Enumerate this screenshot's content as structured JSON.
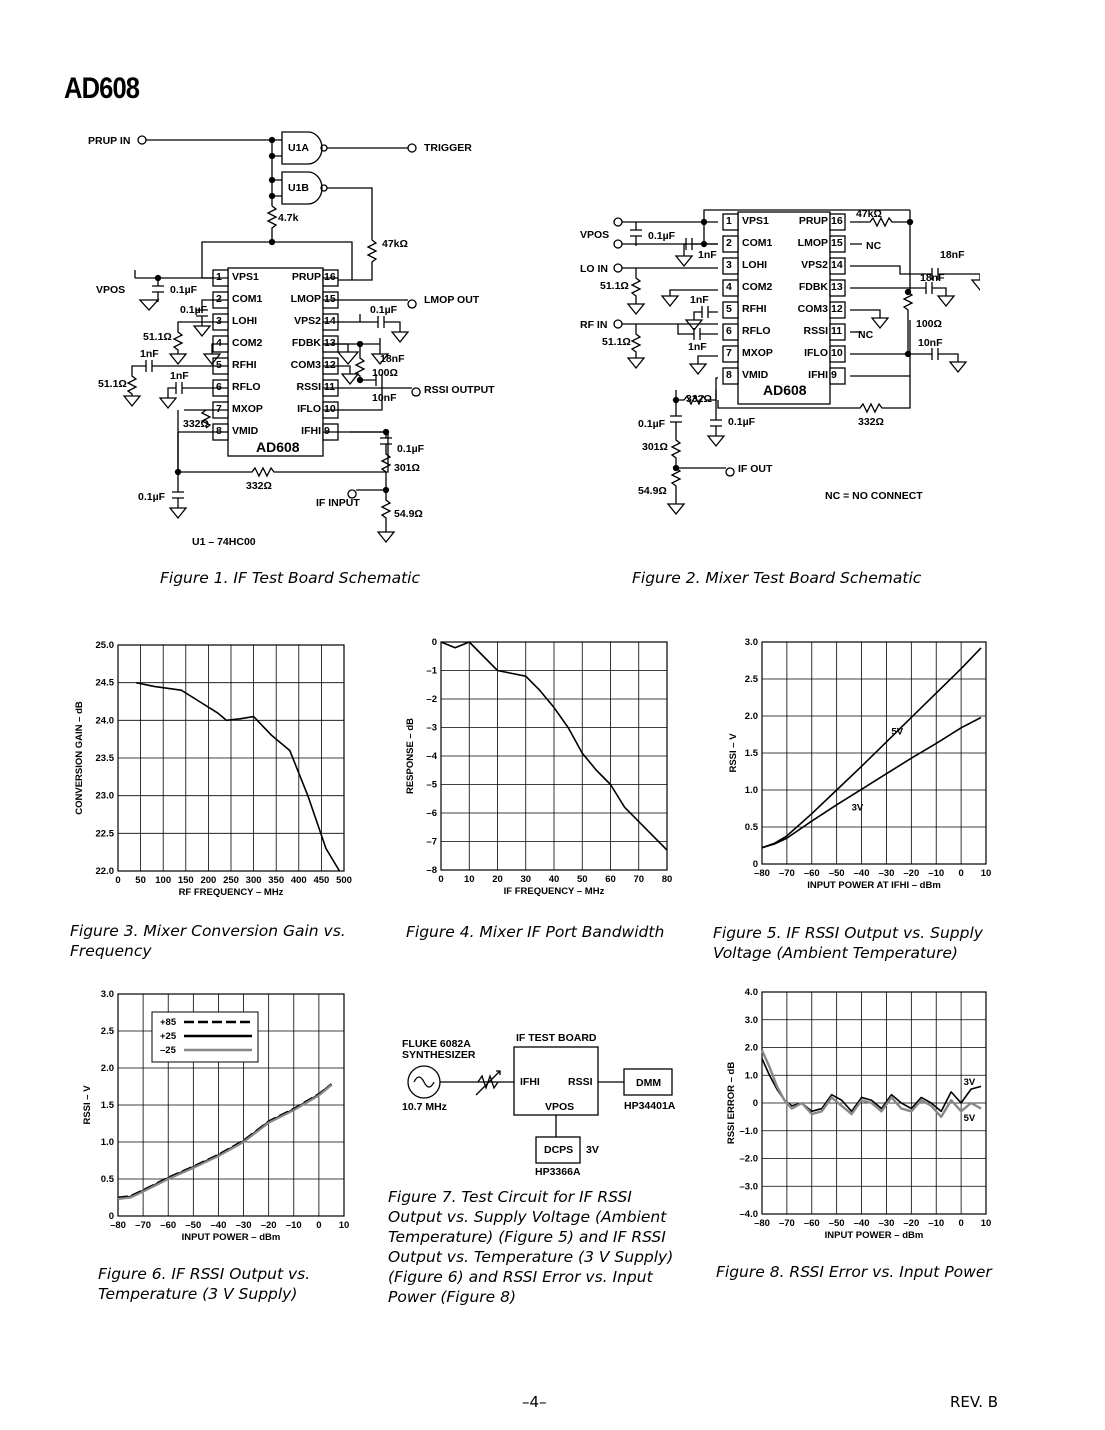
{
  "header": {
    "title": "AD608"
  },
  "figure1": {
    "caption": "Figure 1.  IF Test Board Schematic",
    "labels": {
      "prup_in": "PRUP IN",
      "trigger": "TRIGGER",
      "u1a": "U1A",
      "u1b": "U1B",
      "r47k": "4.7k",
      "r47kohm": "47kΩ",
      "vpos": "VPOS",
      "c01": "0.1µF",
      "c01b": "0.1µF",
      "c01c": "0.1µF",
      "r511a": "51.1Ω",
      "c1na": "1nF",
      "r511b": "51.1Ω",
      "c1nb": "1nF",
      "r332a": "332Ω",
      "c18n": "18nF",
      "r100": "100Ω",
      "c10n": "10nF",
      "lmop_out": "LMOP OUT",
      "rssi_output": "RSSI OUTPUT",
      "c01d": "0.1µF",
      "r301": "301Ω",
      "r332b": "332Ω",
      "c01e": "0.1µF",
      "if_input": "IF INPUT",
      "r549": "54.9Ω",
      "u1_note": "U1 – 74HC00",
      "chip": "AD608"
    },
    "pins_left": [
      {
        "num": "1",
        "name": "VPS1"
      },
      {
        "num": "2",
        "name": "COM1"
      },
      {
        "num": "3",
        "name": "LOHI"
      },
      {
        "num": "4",
        "name": "COM2"
      },
      {
        "num": "5",
        "name": "RFHI"
      },
      {
        "num": "6",
        "name": "RFLO"
      },
      {
        "num": "7",
        "name": "MXOP"
      },
      {
        "num": "8",
        "name": "VMID"
      }
    ],
    "pins_right": [
      {
        "num": "16",
        "name": "PRUP"
      },
      {
        "num": "15",
        "name": "LMOP"
      },
      {
        "num": "14",
        "name": "VPS2"
      },
      {
        "num": "13",
        "name": "FDBK"
      },
      {
        "num": "12",
        "name": "COM3"
      },
      {
        "num": "11",
        "name": "RSSI"
      },
      {
        "num": "10",
        "name": "IFLO"
      },
      {
        "num": "9",
        "name": "IFHI"
      }
    ]
  },
  "figure2": {
    "caption": "Figure 2.  Mixer Test Board Schematic",
    "labels": {
      "vpos": "VPOS",
      "c01": "0.1µF",
      "c1na": "1nF",
      "lo_in": "LO IN",
      "r511a": "51.1Ω",
      "c1nb": "1nF",
      "rf_in": "RF IN",
      "r511b": "51.1Ω",
      "c1nc": "1nF",
      "r47k": "47kΩ",
      "nc1": "NC",
      "c18na": "18nF",
      "c18nb": "18nF",
      "r100": "100Ω",
      "nc2": "NC",
      "c10n": "10nF",
      "r332a": "332Ω",
      "c01b": "0.1µF",
      "c01c": "0.1µF",
      "r332b": "332Ω",
      "r301": "301Ω",
      "if_out": "IF OUT",
      "r549": "54.9Ω",
      "nc_note": "NC = NO CONNECT",
      "chip": "AD608"
    },
    "pins_left": [
      {
        "num": "1",
        "name": "VPS1"
      },
      {
        "num": "2",
        "name": "COM1"
      },
      {
        "num": "3",
        "name": "LOHI"
      },
      {
        "num": "4",
        "name": "COM2"
      },
      {
        "num": "5",
        "name": "RFHI"
      },
      {
        "num": "6",
        "name": "RFLO"
      },
      {
        "num": "7",
        "name": "MXOP"
      },
      {
        "num": "8",
        "name": "VMID"
      }
    ],
    "pins_right": [
      {
        "num": "16",
        "name": "PRUP"
      },
      {
        "num": "15",
        "name": "LMOP"
      },
      {
        "num": "14",
        "name": "VPS2"
      },
      {
        "num": "13",
        "name": "FDBK"
      },
      {
        "num": "12",
        "name": "COM3"
      },
      {
        "num": "11",
        "name": "RSSI"
      },
      {
        "num": "10",
        "name": "IFLO"
      },
      {
        "num": "9",
        "name": "IFHI"
      }
    ]
  },
  "figure3": {
    "caption": "Figure 3.  Mixer Conversion Gain vs. Frequency"
  },
  "figure4": {
    "caption": "Figure 4.  Mixer IF Port Bandwidth"
  },
  "figure5": {
    "caption": "Figure 5.  IF RSSI Output  vs. Supply Voltage (Ambient Temperature)"
  },
  "figure6": {
    "caption": "Figure 6.  IF RSSI Output vs. Temperature (3 V Supply)"
  },
  "figure7": {
    "caption": "Figure 7. Test Circuit for IF RSSI Output vs. Supply Voltage (Ambient Temperature) (Figure 5) and IF RSSI Output vs. Temperature (3 V Supply) (Figure 6) and RSSI Error vs. Input Power (Figure 8)",
    "labels": {
      "synth": "FLUKE 6082A",
      "synth2": "SYNTHESIZER",
      "freq": "10.7 MHz",
      "board": "IF TEST BOARD",
      "ifhi": "IFHI",
      "rssi": "RSSI",
      "vpos": "VPOS",
      "dmm": "DMM",
      "dmm_model": "HP34401A",
      "dcps": "DCPS",
      "volt": "3V",
      "dcps_model": "HP3366A"
    }
  },
  "figure8": {
    "caption": "Figure 8.  RSSI Error vs. Input Power"
  },
  "footer": {
    "page": "–4–",
    "rev": "REV. B"
  },
  "chart_data": [
    {
      "id": "fig3",
      "type": "line",
      "xlabel": "RF FREQUENCY – MHz",
      "ylabel": "CONVERSION GAIN – dB",
      "xlim": [
        0,
        500
      ],
      "ylim": [
        22.0,
        25.0
      ],
      "xticks": [
        "0",
        "50",
        "100",
        "150",
        "200",
        "250",
        "300",
        "350",
        "400",
        "450",
        "500"
      ],
      "yticks": [
        "22.0",
        "22.5",
        "23.0",
        "23.5",
        "24.0",
        "24.5",
        "25.0"
      ],
      "grid": true,
      "series": [
        {
          "x": [
            40,
            80,
            140,
            180,
            220,
            240,
            270,
            300,
            340,
            380,
            420,
            460,
            490
          ],
          "y": [
            24.5,
            24.45,
            24.4,
            24.25,
            24.1,
            24.0,
            24.02,
            24.05,
            23.8,
            23.6,
            23.0,
            22.3,
            22.0
          ]
        }
      ]
    },
    {
      "id": "fig4",
      "type": "line",
      "xlabel": "IF FREQUENCY – MHz",
      "ylabel": "RESPONSE – dB",
      "xlim": [
        0,
        80
      ],
      "ylim": [
        -8,
        0
      ],
      "xticks": [
        "0",
        "10",
        "20",
        "30",
        "40",
        "50",
        "60",
        "70",
        "80"
      ],
      "yticks": [
        "–8",
        "–7",
        "–6",
        "–5",
        "–4",
        "–3",
        "–2",
        "–1",
        "0"
      ],
      "grid": true,
      "series": [
        {
          "x": [
            0,
            5,
            10,
            15,
            20,
            25,
            30,
            35,
            40,
            45,
            50,
            55,
            60,
            65,
            70,
            75,
            80
          ],
          "y": [
            0,
            -0.2,
            0,
            -0.5,
            -1.0,
            -1.1,
            -1.2,
            -1.7,
            -2.3,
            -3.0,
            -3.9,
            -4.5,
            -5.0,
            -5.8,
            -6.3,
            -6.8,
            -7.3
          ]
        }
      ]
    },
    {
      "id": "fig5",
      "type": "line",
      "xlabel": "INPUT POWER AT IFHI – dBm",
      "ylabel": "RSSI – V",
      "xlim": [
        -80,
        10
      ],
      "ylim": [
        0,
        3.0
      ],
      "xticks": [
        "–80",
        "–70",
        "–60",
        "–50",
        "–40",
        "–30",
        "–20",
        "–10",
        "0",
        "10"
      ],
      "yticks": [
        "0",
        "0.5",
        "1.0",
        "1.5",
        "2.0",
        "2.5",
        "3.0"
      ],
      "grid": true,
      "annotations": [
        "5V",
        "3V"
      ],
      "series": [
        {
          "name": "5V",
          "x": [
            -80,
            -75,
            -70,
            -60,
            -50,
            -40,
            -30,
            -20,
            -10,
            0,
            8
          ],
          "y": [
            0.22,
            0.28,
            0.38,
            0.68,
            1.0,
            1.32,
            1.65,
            1.98,
            2.31,
            2.64,
            2.92
          ]
        },
        {
          "name": "3V",
          "x": [
            -80,
            -75,
            -70,
            -60,
            -50,
            -40,
            -30,
            -20,
            -10,
            0,
            8
          ],
          "y": [
            0.22,
            0.27,
            0.35,
            0.58,
            0.8,
            1.01,
            1.22,
            1.43,
            1.63,
            1.84,
            1.98
          ]
        }
      ]
    },
    {
      "id": "fig6",
      "type": "line",
      "xlabel": "INPUT POWER – dBm",
      "ylabel": "RSSI – V",
      "xlim": [
        -80,
        10
      ],
      "ylim": [
        0,
        3.0
      ],
      "xticks": [
        "–80",
        "–70",
        "–60",
        "–50",
        "–40",
        "–30",
        "–20",
        "–10",
        "0",
        "10"
      ],
      "yticks": [
        "0",
        "0.5",
        "1.0",
        "1.5",
        "2.0",
        "2.5",
        "3.0"
      ],
      "grid": true,
      "legend": "top-left",
      "series": [
        {
          "name": "+85",
          "style": "dashed",
          "x": [
            -80,
            -75,
            -70,
            -60,
            -50,
            -40,
            -30,
            -20,
            -10,
            0,
            5
          ],
          "y": [
            0.25,
            0.27,
            0.35,
            0.52,
            0.67,
            0.83,
            1.02,
            1.28,
            1.45,
            1.65,
            1.78
          ]
        },
        {
          "name": "+25",
          "style": "solid",
          "x": [
            -80,
            -75,
            -70,
            -60,
            -50,
            -40,
            -30,
            -20,
            -10,
            0,
            5
          ],
          "y": [
            0.24,
            0.26,
            0.34,
            0.51,
            0.66,
            0.82,
            1.01,
            1.27,
            1.44,
            1.64,
            1.78
          ]
        },
        {
          "name": "–25",
          "style": "gray",
          "x": [
            -80,
            -75,
            -70,
            -60,
            -50,
            -40,
            -30,
            -20,
            -10,
            0,
            5
          ],
          "y": [
            0.23,
            0.25,
            0.33,
            0.5,
            0.65,
            0.81,
            1.0,
            1.26,
            1.43,
            1.63,
            1.77
          ]
        }
      ]
    },
    {
      "id": "fig8",
      "type": "line",
      "xlabel": "INPUT POWER – dBm",
      "ylabel": "RSSI ERROR – dB",
      "xlim": [
        -80,
        10
      ],
      "ylim": [
        -4.0,
        4.0
      ],
      "xticks": [
        "–80",
        "–70",
        "–60",
        "–50",
        "–40",
        "–30",
        "–20",
        "–10",
        "0",
        "10"
      ],
      "yticks": [
        "–4.0",
        "–3.0",
        "–2.0",
        "–1.0",
        "0",
        "1.0",
        "2.0",
        "3.0",
        "4.0"
      ],
      "grid": true,
      "annotations": [
        "3V",
        "5V"
      ],
      "series": [
        {
          "name": "3V",
          "x": [
            -80,
            -77,
            -74,
            -71,
            -68,
            -64,
            -60,
            -56,
            -52,
            -48,
            -44,
            -40,
            -36,
            -32,
            -28,
            -24,
            -20,
            -16,
            -12,
            -8,
            -4,
            0,
            4,
            8
          ],
          "y": [
            1.6,
            1.0,
            0.5,
            0.1,
            -0.1,
            0.0,
            -0.3,
            -0.2,
            0.3,
            0.1,
            -0.3,
            0.2,
            0.1,
            -0.2,
            0.3,
            0.0,
            -0.2,
            0.2,
            0.0,
            -0.3,
            0.4,
            0.0,
            0.5,
            0.6
          ]
        },
        {
          "name": "5V",
          "x": [
            -80,
            -77,
            -74,
            -71,
            -68,
            -64,
            -60,
            -56,
            -52,
            -48,
            -44,
            -40,
            -36,
            -32,
            -28,
            -24,
            -20,
            -16,
            -12,
            -8,
            -4,
            0,
            4,
            8
          ],
          "y": [
            1.9,
            1.3,
            0.6,
            0.1,
            -0.2,
            0.0,
            -0.4,
            -0.3,
            0.2,
            -0.1,
            -0.4,
            0.1,
            0.0,
            -0.3,
            0.2,
            -0.2,
            -0.3,
            0.1,
            -0.1,
            -0.5,
            0.1,
            -0.3,
            0.0,
            -0.2
          ]
        }
      ]
    }
  ]
}
